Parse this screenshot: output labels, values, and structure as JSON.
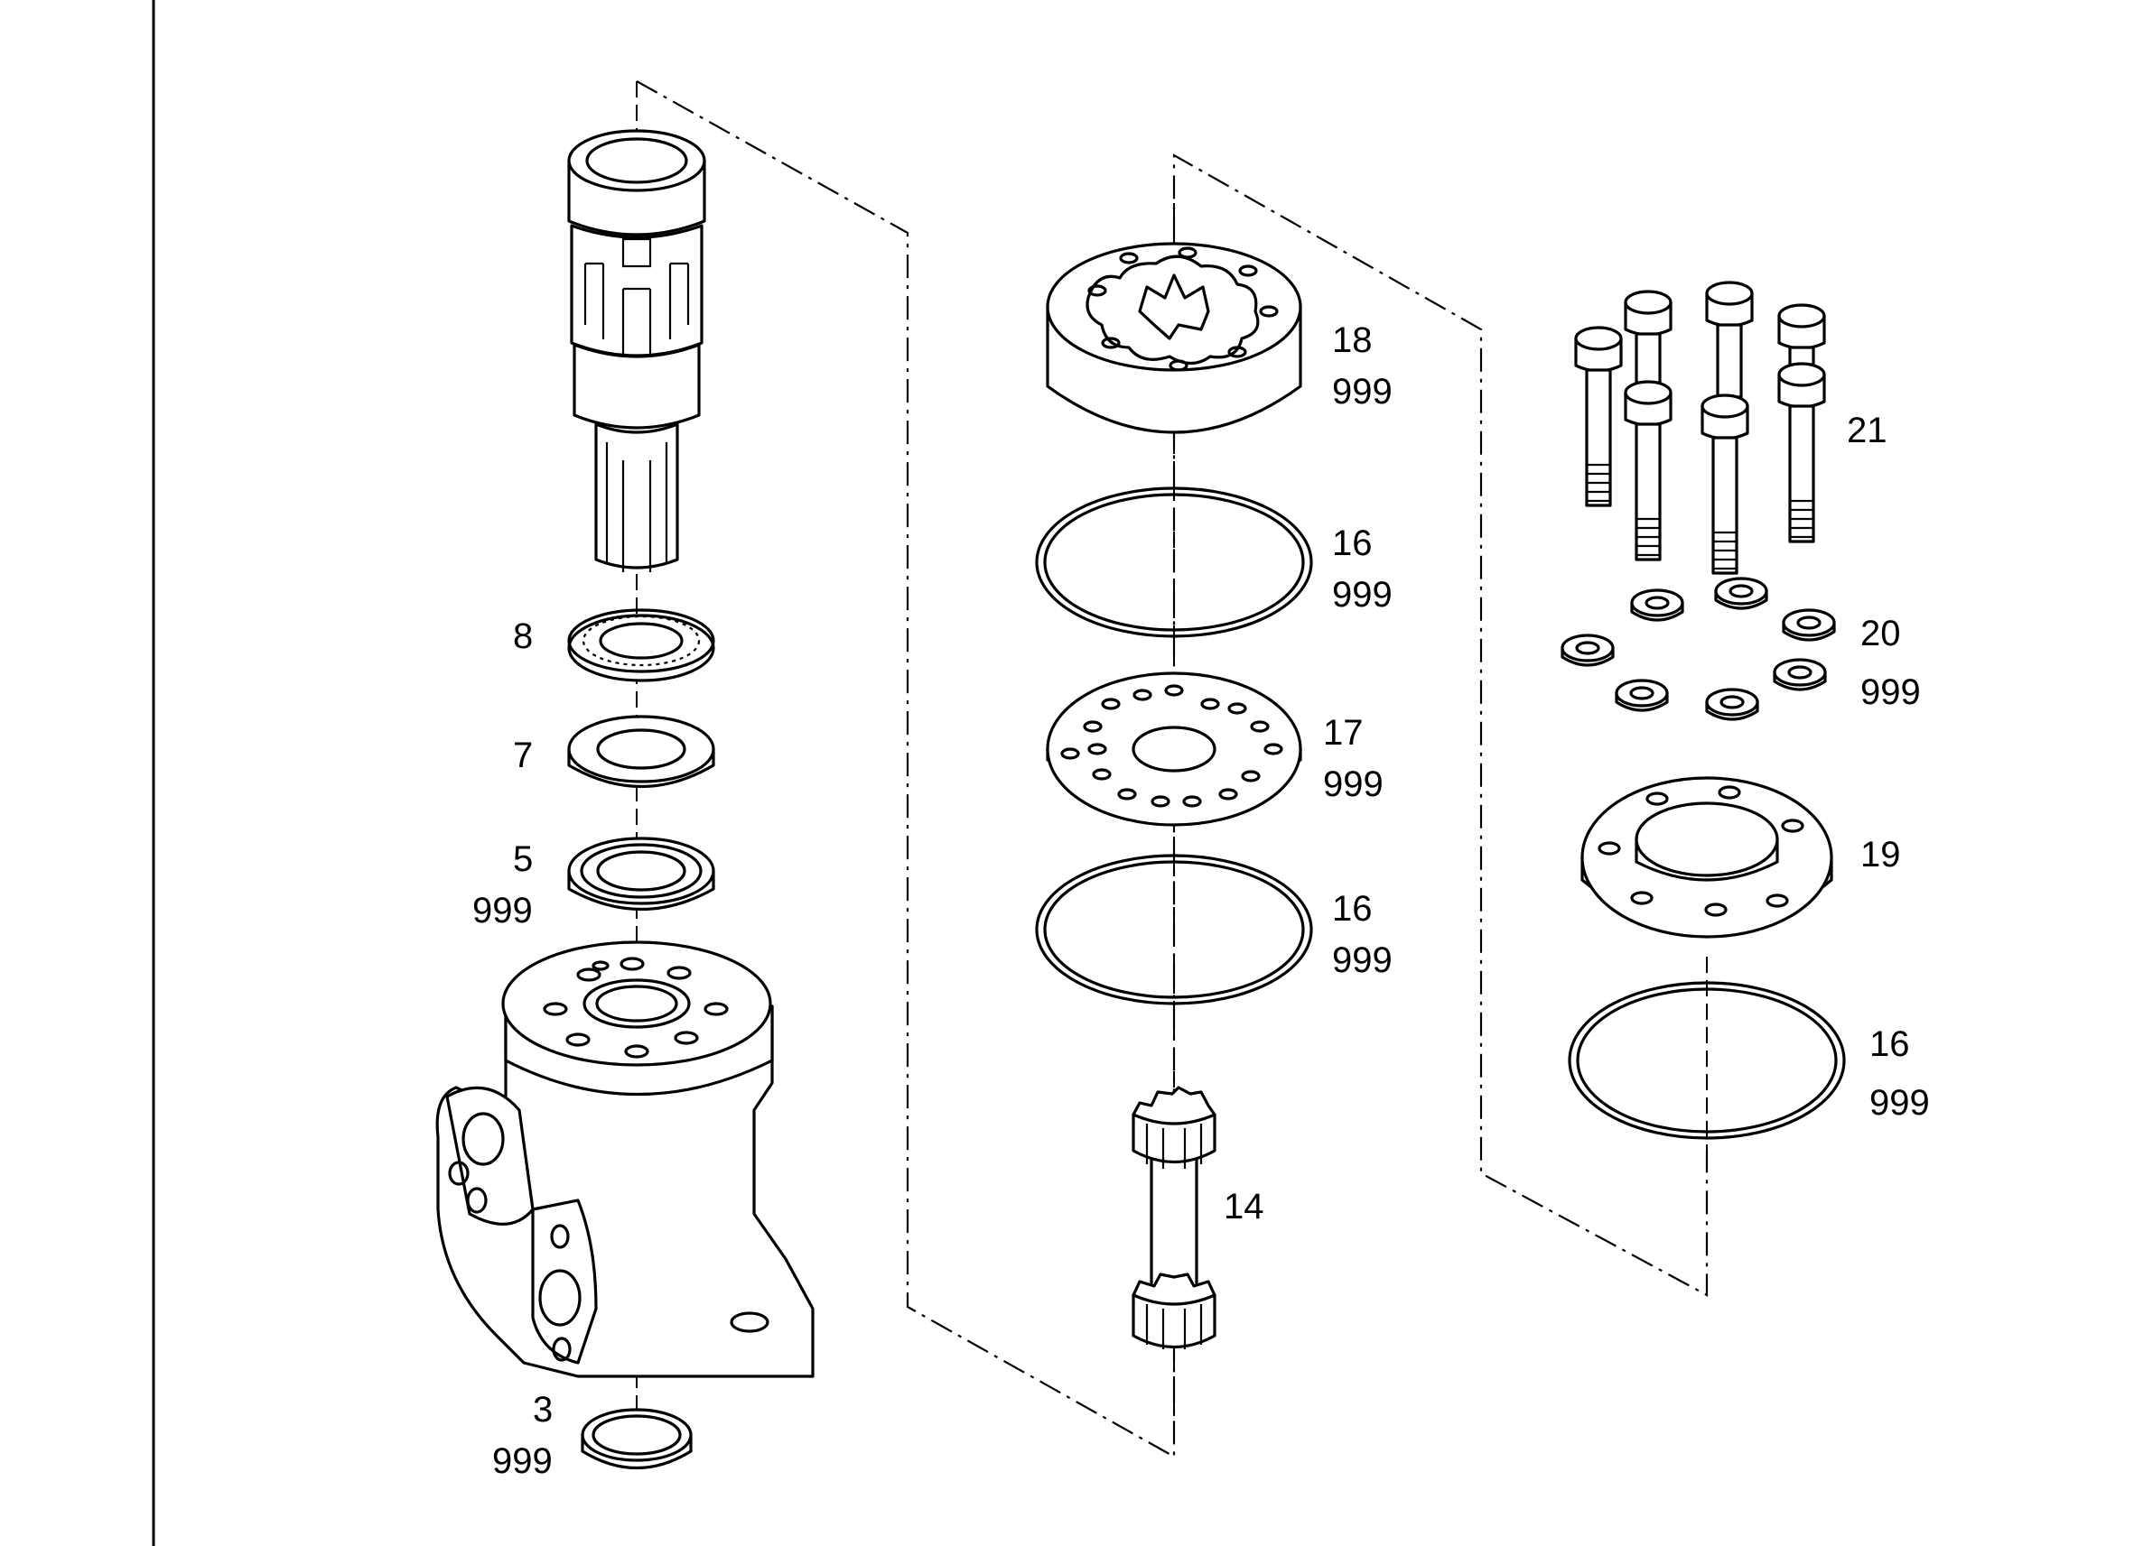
{
  "callouts": [
    {
      "id": "c8",
      "text": "8"
    },
    {
      "id": "c7",
      "text": "7"
    },
    {
      "id": "c5",
      "text": "5"
    },
    {
      "id": "c5q",
      "text": "999"
    },
    {
      "id": "c3",
      "text": "3"
    },
    {
      "id": "c3q",
      "text": "999"
    },
    {
      "id": "c18",
      "text": "18"
    },
    {
      "id": "c18q",
      "text": "999"
    },
    {
      "id": "c16a",
      "text": "16"
    },
    {
      "id": "c16aq",
      "text": "999"
    },
    {
      "id": "c17",
      "text": "17"
    },
    {
      "id": "c17q",
      "text": "999"
    },
    {
      "id": "c16b",
      "text": "16"
    },
    {
      "id": "c16bq",
      "text": "999"
    },
    {
      "id": "c14",
      "text": "14"
    },
    {
      "id": "c21",
      "text": "21"
    },
    {
      "id": "c20",
      "text": "20"
    },
    {
      "id": "c20q",
      "text": "999"
    },
    {
      "id": "c19",
      "text": "19"
    },
    {
      "id": "c16c",
      "text": "16"
    },
    {
      "id": "c16cq",
      "text": "999"
    }
  ]
}
